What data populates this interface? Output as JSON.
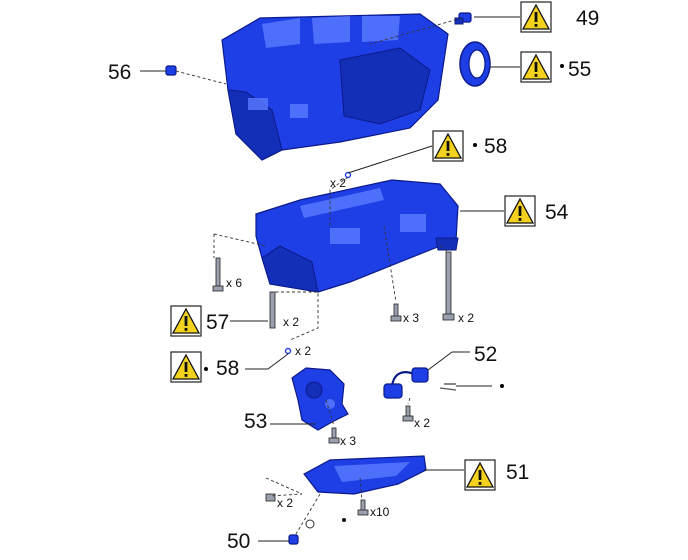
{
  "callouts": {
    "c49": "49",
    "c50": "50",
    "c51": "51",
    "c52": "52",
    "c53": "53",
    "c54": "54",
    "c55": "55",
    "c56": "56",
    "c57": "57",
    "c58a": "58",
    "c58b": "58"
  },
  "quantities": {
    "q_x2_top": "x 2",
    "q_x6": "x 6",
    "q_x2_57": "x 2",
    "q_x3_mid": "x 3",
    "q_x2_right": "x 2",
    "q_x2_58": "x 2",
    "q_x2_52": "x 2",
    "q_x3_53": "x 3",
    "q_x2_pan": "x 2",
    "q_x10": "x10"
  },
  "colors": {
    "part_blue": "#1f3fe6",
    "warning_yellow": "#f2d21c"
  },
  "icons": [
    "caution-icon",
    "bullet-dot-icon"
  ]
}
